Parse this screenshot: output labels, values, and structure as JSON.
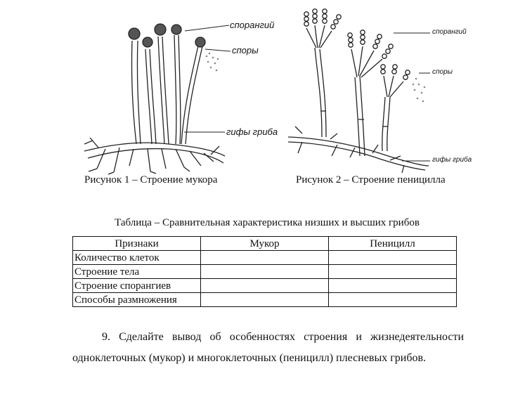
{
  "figure1": {
    "caption": "Рисунок 1 – Строение мукора",
    "labels": {
      "sporangium": "спорангий",
      "spores": "споры",
      "hyphae": "гифы гриба"
    }
  },
  "figure2": {
    "caption": "Рисунок 2 – Строение пеницилла",
    "labels": {
      "sporangium": "спорангий",
      "spores": "споры",
      "hyphae": "гифы гриба"
    }
  },
  "table": {
    "title": "Таблица – Сравнительная характеристика низших и высших грибов",
    "headers": [
      "Признаки",
      "Мукор",
      "Пеницилл"
    ],
    "rows": [
      [
        "Количество клеток",
        "",
        ""
      ],
      [
        "Строение тела",
        "",
        ""
      ],
      [
        "Строение спорангиев",
        "",
        ""
      ],
      [
        "Способы размножения",
        "",
        ""
      ]
    ]
  },
  "task": {
    "text": "9. Сделайте вывод об особенностях строения и жизнедеятельности одноклеточных (мукор) и многоклеточных (пеницилл) плесневых грибов."
  }
}
